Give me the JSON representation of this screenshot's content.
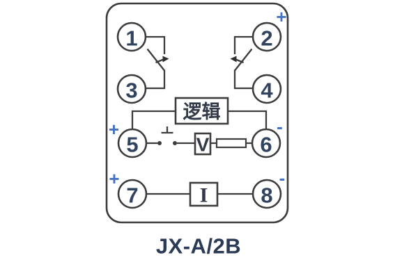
{
  "model": "JX-A/2B",
  "colors": {
    "line": "#3c3c3c",
    "digit": "#32435f",
    "symbol_text": "#333a47",
    "polarity": "#4472c4",
    "title": "#2b3a55",
    "background": "#ffffff"
  },
  "terminals": [
    {
      "label": "1"
    },
    {
      "label": "2"
    },
    {
      "label": "3"
    },
    {
      "label": "4"
    },
    {
      "label": "5"
    },
    {
      "label": "6"
    },
    {
      "label": "7"
    },
    {
      "label": "8"
    }
  ],
  "labels": {
    "logic": "逻辑",
    "voltage": "V",
    "current": "I",
    "plus": "+",
    "minus": "-"
  }
}
